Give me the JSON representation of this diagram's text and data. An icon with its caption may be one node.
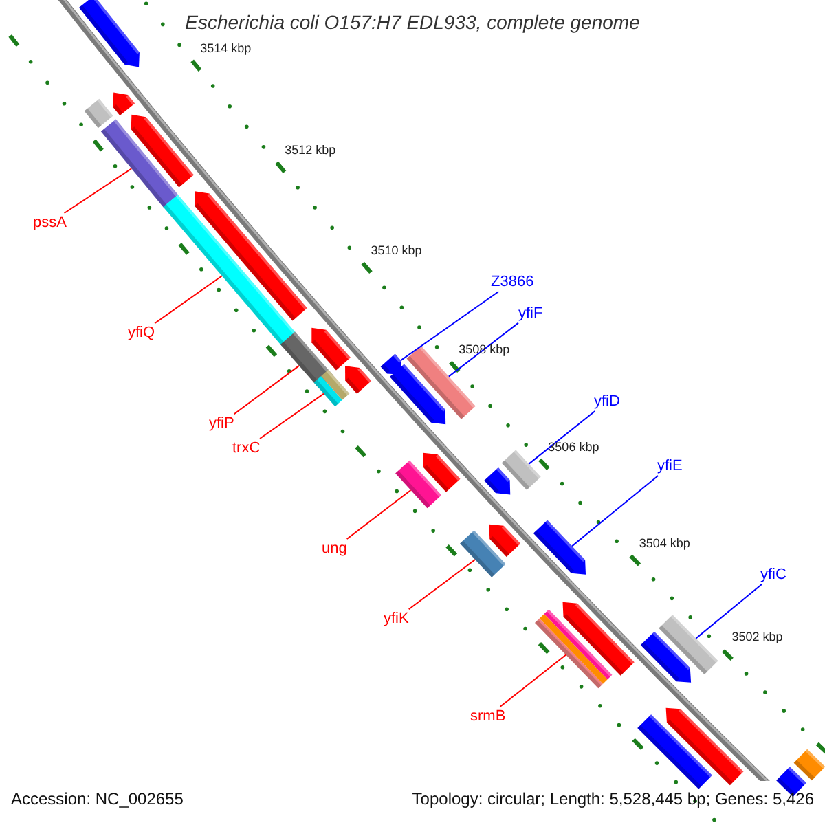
{
  "diagram": {
    "title": "Escherichia coli O157:H7 EDL933, complete genome",
    "nodes": [
      {
        "text": [
          "pssA"
        ]
      },
      {
        "text": [
          "yfiQ"
        ]
      },
      {
        "text": [
          "yfiP"
        ]
      },
      {
        "text": [
          "trxC"
        ]
      },
      {
        "text": [
          "ung"
        ]
      },
      {
        "text": [
          "yfiK"
        ]
      },
      {
        "text": [
          "srmB"
        ]
      },
      {
        "text": [
          "Z3866"
        ]
      },
      {
        "text": [
          "yfiF"
        ]
      },
      {
        "text": [
          "yfiD"
        ]
      },
      {
        "text": [
          "yfiE"
        ]
      },
      {
        "text": [
          "yfiC"
        ]
      },
      {
        "text": [],
        "shape": "bar"
      },
      {
        "text": [],
        "shape": "bar"
      },
      {
        "text": [],
        "shape": "bar"
      },
      {
        "text": [],
        "shape": "bar"
      },
      {
        "text": [],
        "shape": "bar"
      },
      {
        "text": [],
        "shape": "bar"
      },
      {
        "text": [],
        "shape": "bar"
      },
      {
        "text": [],
        "shape": "bar"
      },
      {
        "text": [],
        "shape": "bar"
      },
      {
        "text": [],
        "shape": "bar"
      },
      {
        "text": [],
        "shape": "bar"
      },
      {
        "text": [],
        "shape": "bar"
      },
      {
        "text": [],
        "shape": "bar"
      },
      {
        "text": [],
        "shape": "bar"
      },
      {
        "text": [],
        "shape": "bar"
      },
      {
        "text": [],
        "shape": "bar"
      },
      {
        "text": [],
        "shape": "bar"
      },
      {
        "text": [],
        "shape": "bar"
      },
      {
        "text": [],
        "shape": "bar"
      },
      {
        "text": [],
        "shape": "bar"
      },
      {
        "text": [],
        "shape": "bar"
      },
      {
        "text": [],
        "shape": "bar"
      },
      {
        "text": [],
        "shape": "bar"
      },
      {
        "text": [],
        "shape": "bar"
      },
      {
        "text": [],
        "shape": "bar"
      },
      {
        "text": [],
        "shape": "bar"
      },
      {
        "text": [],
        "shape": "bar"
      },
      {
        "text": [],
        "shape": "bar"
      },
      {
        "text": [],
        "shape": "bar"
      }
    ],
    "edges": [
      {
        "from": 0,
        "to": 15,
        "arrow": "none"
      },
      {
        "from": 1,
        "to": 17,
        "arrow": "none"
      },
      {
        "from": 2,
        "to": 19,
        "arrow": "none"
      },
      {
        "from": 3,
        "to": 21,
        "arrow": "none"
      },
      {
        "from": 4,
        "to": 26,
        "arrow": "none"
      },
      {
        "from": 5,
        "to": 30,
        "arrow": "none"
      },
      {
        "from": 6,
        "to": 33,
        "arrow": "none"
      },
      {
        "from": 7,
        "to": 23,
        "arrow": "none",
        "color": "#0000ff"
      },
      {
        "from": 8,
        "to": 25,
        "arrow": "none",
        "color": "#0000ff"
      },
      {
        "from": 9,
        "to": 29,
        "arrow": "none",
        "color": "#0000ff"
      },
      {
        "from": 10,
        "to": 32,
        "arrow": "none",
        "color": "#0000ff"
      },
      {
        "from": 11,
        "to": 36,
        "arrow": "none",
        "color": "#0000ff"
      }
    ],
    "labels": [
      "3514 kbp",
      "3512 kbp",
      "3510 kbp",
      "3508 kbp",
      "3506 kbp",
      "3504 kbp",
      "3502 kbp",
      "Accession: NC_002655",
      "Topology: circular; Length: 5,528,445 bp; Genes: 5,426"
    ]
  }
}
